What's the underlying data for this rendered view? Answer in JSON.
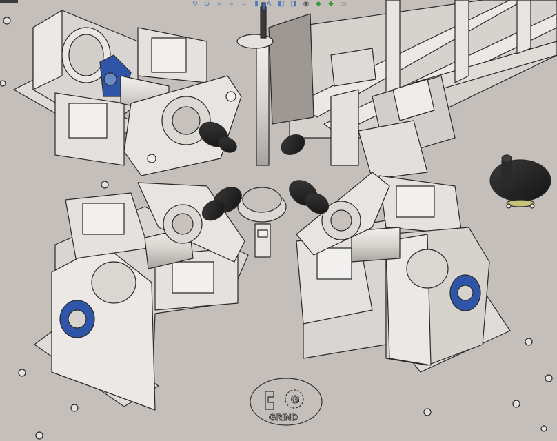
{
  "app": {
    "type": "3D CAD assembly viewport"
  },
  "heads_up_toolbar": {
    "icons": [
      {
        "name": "previous-view-icon",
        "glyph": "⟲"
      },
      {
        "name": "rotate-view-icon",
        "glyph": "G"
      },
      {
        "name": "zoom-to-fit-icon",
        "glyph": "⌕"
      },
      {
        "name": "zoom-to-area-icon",
        "glyph": "⌕"
      },
      {
        "name": "previous-view-arrow-icon",
        "glyph": "←"
      },
      {
        "name": "section-view-icon",
        "glyph": "▮"
      },
      {
        "name": "dynamic-annotation-icon",
        "glyph": "A"
      },
      {
        "name": "view-orientation-icon",
        "glyph": "◧"
      },
      {
        "name": "display-style-icon",
        "glyph": "◨"
      },
      {
        "name": "hide-show-items-icon",
        "glyph": "◉"
      },
      {
        "name": "edit-appearance-icon",
        "glyph": "◆"
      },
      {
        "name": "apply-scene-icon",
        "glyph": "◆"
      },
      {
        "name": "view-settings-icon",
        "glyph": "▭"
      }
    ]
  },
  "model": {
    "logo_text": "GRIND",
    "logo_letter": "G",
    "colors": {
      "background": "#c4bfbb",
      "part_light": "#e4e1de",
      "part_mid": "#b8b3ae",
      "bearing_blue": "#2f55a8",
      "chuck_black": "#1f1f1f",
      "outline": "#2a2a2a"
    },
    "modules": [
      {
        "id": "top-left-drive-module"
      },
      {
        "id": "bottom-left-drive-module"
      },
      {
        "id": "bottom-right-drive-module"
      },
      {
        "id": "top-right-drive-module"
      }
    ],
    "center": "drill-chuck-hub",
    "handwheel": "handwheel"
  }
}
